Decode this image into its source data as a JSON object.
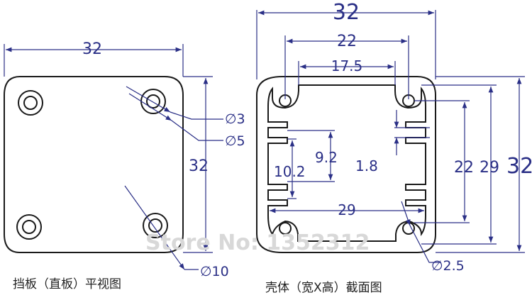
{
  "colors": {
    "outline": "#1a1a1a",
    "dimension": "#2a2f86",
    "caption": "#222222",
    "watermark": "#d8d8d8"
  },
  "left_view": {
    "width": "32",
    "height": "32",
    "hole_small": "∅3",
    "hole_large": "∅5",
    "corner_hole": "∅10",
    "caption": "挡板（直板）平视图"
  },
  "right_view": {
    "outer_width": "32",
    "inner_width": "22",
    "slot_width": "17.5",
    "outer_height": "32",
    "height_29": "29",
    "height_22": "22",
    "fin_thickness": "1.8",
    "fin_gap": "9.2",
    "fin_span": "10.2",
    "inner_span": "29",
    "hole": "∅2.5",
    "caption": "壳体（宽X高）截面图"
  },
  "watermark": "Store No: 1352312"
}
